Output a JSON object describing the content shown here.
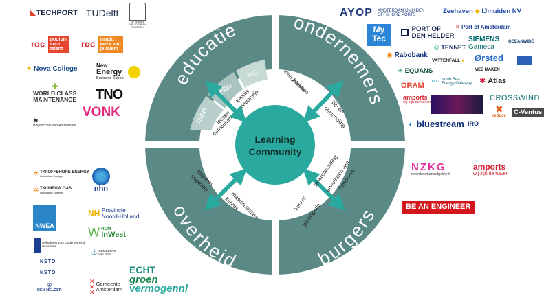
{
  "diagram": {
    "center_label_line1": "Learning",
    "center_label_line2": "Community",
    "quadrants": {
      "educatie": "educatie",
      "ondernemers": "ondernemers",
      "overheid": "overheid",
      "burgers": "burgers"
    },
    "levels": [
      "mbo",
      "hbo",
      "wo"
    ],
    "arrow_labels": {
      "edu_top_1": "kennis",
      "edu_top_2": "onderwijs",
      "edu_bottom_1": "lessen",
      "edu_bottom_2": "curriculum",
      "ond_top_1": "kennis",
      "ond_top_2": "vraagstukken",
      "ond_bottom_1": "bij- en",
      "ond_bottom_2": "omscholing",
      "ovh_top_1": "opgaves",
      "ovh_top_2": "inspiratie",
      "ovh_bottom_1": "masterclasses",
      "ovh_bottom_2": "kennis",
      "bur_top_1": "bewustwording",
      "bur_top_2": "ervaringen van",
      "bur_top_3": "bewoners",
      "bur_bottom_1": "kennis",
      "bur_bottom_2": "participatie"
    },
    "colors": {
      "ring": "#5b8a86",
      "teal": "#2aa99f",
      "levels": "#b8cfcb",
      "center": "#2aa99f"
    }
  },
  "logos": {
    "techport": "TECHPORT",
    "tudelft": "TUDelft",
    "bonke": "DE BONKE BIBLIOTHEEK ACADEMY",
    "roc1_line1": "podium",
    "roc1_line2": "voor",
    "roc1_line3": "talent",
    "roc2_line1": "maakt",
    "roc2_line2": "werk van",
    "roc2_line3": "je talent",
    "nova": "Nova College",
    "newenergy_1": "New",
    "newenergy_2": "Energy",
    "newenergy_3": "Business School",
    "wcm_1": "WORLD CLASS",
    "wcm_2": "MAINTENANCE",
    "tno": "TNO",
    "hva": "Hogeschool van Amsterdam",
    "vonk": "VONK",
    "ayop": "AYOP",
    "amsterdam_ijmuiden": "AMSTERDAM IJMUIDEN",
    "offshore_ports": "OFFSHORE PORTS",
    "zeehaven": "Zeehaven",
    "ijmuiden_nv": "IJmuiden NV",
    "mytec_1": "My",
    "mytec_2": "Tec",
    "port_den_helder_1": "PORT OF",
    "port_den_helder_2": "DEN HELDER",
    "port_amsterdam": "Port of Amsterdam",
    "siemens_1": "SIEMENS",
    "siemens_2": "Gamesa",
    "oceanwide": "OCEANWIDE",
    "rabobank": "Rabobank",
    "tennet": "TENNET",
    "vattenfall": "VATTENFALL",
    "orsted": "Ørsted",
    "equans": "EQUANS",
    "meemaken": "MEE MAKEN",
    "oram": "ORAM",
    "north_sea_1": "North Sea",
    "north_sea_2": "Energy Gateway",
    "atlas": "Atlas",
    "amports": "amports",
    "amports_sub": "wij zijn de haven",
    "crosswind": "CROSSWIND",
    "cventus": "C-Ventus",
    "bluestream": "bluestream",
    "iro": "IRO",
    "reduce": "reduce",
    "tki_offshore_1": "TKI OFFSHORE ENERGY",
    "tki_offshore_2": "Innovation Energie",
    "tki_gas_1": "TKI NIEUW GAS",
    "tki_gas_2": "Innovation Energie",
    "nhn": "nhn",
    "nwea": "NWEA",
    "provincie_1": "Provincie",
    "provincie_2": "Noord-Holland",
    "rijksdienst_1": "Rijksdienst voor Ondernemend",
    "rijksdienst_2": "Nederland",
    "rom_1": "ROM",
    "rom_2": "InWest",
    "gemeente_helden_1": "GEMEENTE",
    "gemeente_helden_2": "HELDEN",
    "nsto1": "NSTO",
    "nsto2": "NSTO",
    "den_helder": "DEN HELDER",
    "echt": "ECHT",
    "gemeente_amsterdam_1": "Gemeente",
    "gemeente_amsterdam_2": "Amsterdam",
    "groen_1": "groen",
    "groen_2": "vermogennl",
    "nzkg_1": "NZKG",
    "nzkg_2": "noordzeekanaalgebied",
    "amports2": "amports",
    "amports2_sub": "wij zijn de haven",
    "be_an_engineer": "BE AN ENGINEER"
  }
}
